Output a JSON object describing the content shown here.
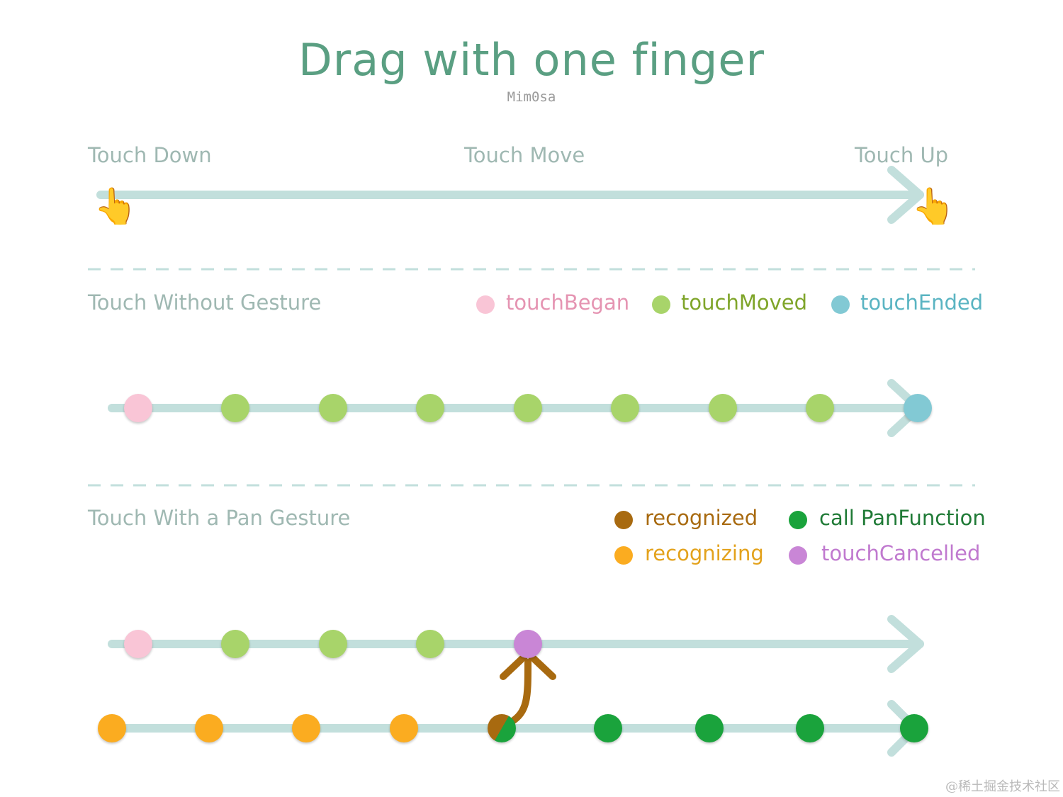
{
  "header": {
    "title": "Drag with one finger",
    "author": "Mim0sa"
  },
  "section1": {
    "labels": [
      "Touch Down",
      "Touch Move",
      "Touch Up"
    ],
    "hand_icon": "pointing-hand-icon"
  },
  "section2": {
    "title": "Touch Without Gesture",
    "legend": [
      {
        "label": "touchBegan",
        "color": "#f9c5d6"
      },
      {
        "label": "touchMoved",
        "color": "#a8d46a"
      },
      {
        "label": "touchEnded",
        "color": "#82c9d4"
      }
    ],
    "events": [
      "touchBegan",
      "touchMoved",
      "touchMoved",
      "touchMoved",
      "touchMoved",
      "touchMoved",
      "touchMoved",
      "touchMoved",
      "touchEnded"
    ]
  },
  "section3": {
    "title": "Touch With a Pan Gesture",
    "legend": [
      {
        "label": "recognized",
        "color": "#a86a10"
      },
      {
        "label": "call PanFunction",
        "color": "#1aa33c"
      },
      {
        "label": "recognizing",
        "color": "#fbac20"
      },
      {
        "label": "touchCancelled",
        "color": "#c986d6"
      }
    ],
    "touch_events": [
      "touchBegan",
      "touchMoved",
      "touchMoved",
      "touchMoved",
      "touchCancelled"
    ],
    "gesture_events": [
      "recognizing",
      "recognizing",
      "recognizing",
      "recognizing",
      "recognized",
      "call PanFunction",
      "call PanFunction",
      "call PanFunction",
      "call PanFunction"
    ]
  },
  "colors": {
    "line": "#c2dfdc",
    "title": "#5a9f82",
    "label": "#9fb8b2",
    "touchBegan": "#f9c5d6",
    "touchMoved": "#a8d46a",
    "touchEnded": "#82c9d4",
    "touchCancelled": "#c986d6",
    "recognizing": "#fbac20",
    "recognized": "#a86a10",
    "callPan": "#1aa33c",
    "legend_touchBegan_text": "#e594b2",
    "legend_touchMoved_text": "#7fa52a",
    "legend_touchEnded_text": "#5ab4c2",
    "legend_recognized_text": "#a86a10",
    "legend_callPan_text": "#1f7a36",
    "legend_recognizing_text": "#e3a21c",
    "legend_touchCancelled_text": "#c079cf"
  },
  "watermark": "@稀土掘金技术社区"
}
